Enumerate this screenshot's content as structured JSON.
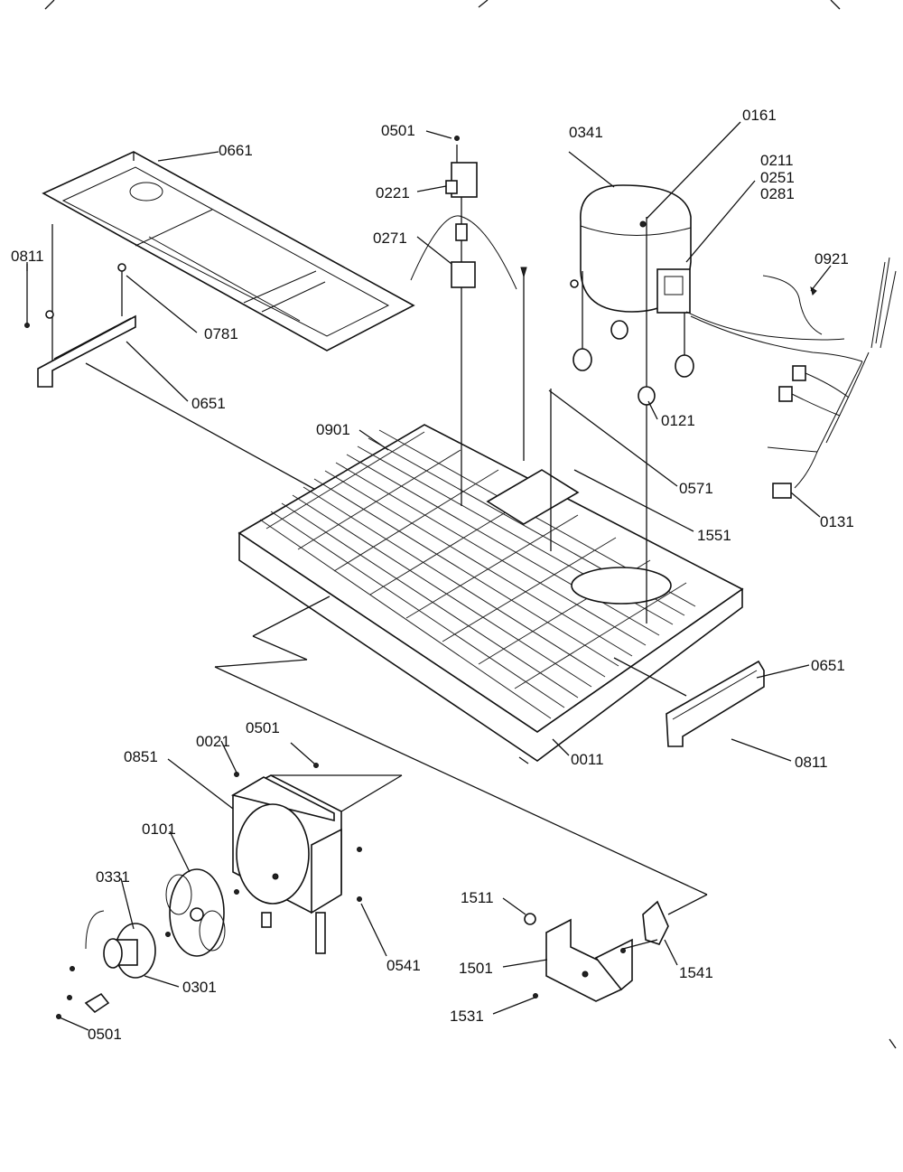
{
  "labels": {
    "0501_top": "0501",
    "0341": "0341",
    "0161": "0161",
    "0211": "0211",
    "0251": "0251",
    "0281": "0281",
    "0661": "0661",
    "0221": "0221",
    "0271": "0271",
    "0811_left": "0811",
    "0921": "0921",
    "0781": "0781",
    "0651_left": "0651",
    "0121": "0121",
    "0901": "0901",
    "0571": "0571",
    "0131": "0131",
    "1551": "1551",
    "0651_right": "0651",
    "0011": "0011",
    "0811_right": "0811",
    "0021": "0021",
    "0501_mid": "0501",
    "0851": "0851",
    "0101": "0101",
    "0331": "0331",
    "1511": "1511",
    "1501": "1501",
    "1541": "1541",
    "0541": "0541",
    "0301": "0301",
    "1531": "1531",
    "0501_bottom": "0501"
  }
}
